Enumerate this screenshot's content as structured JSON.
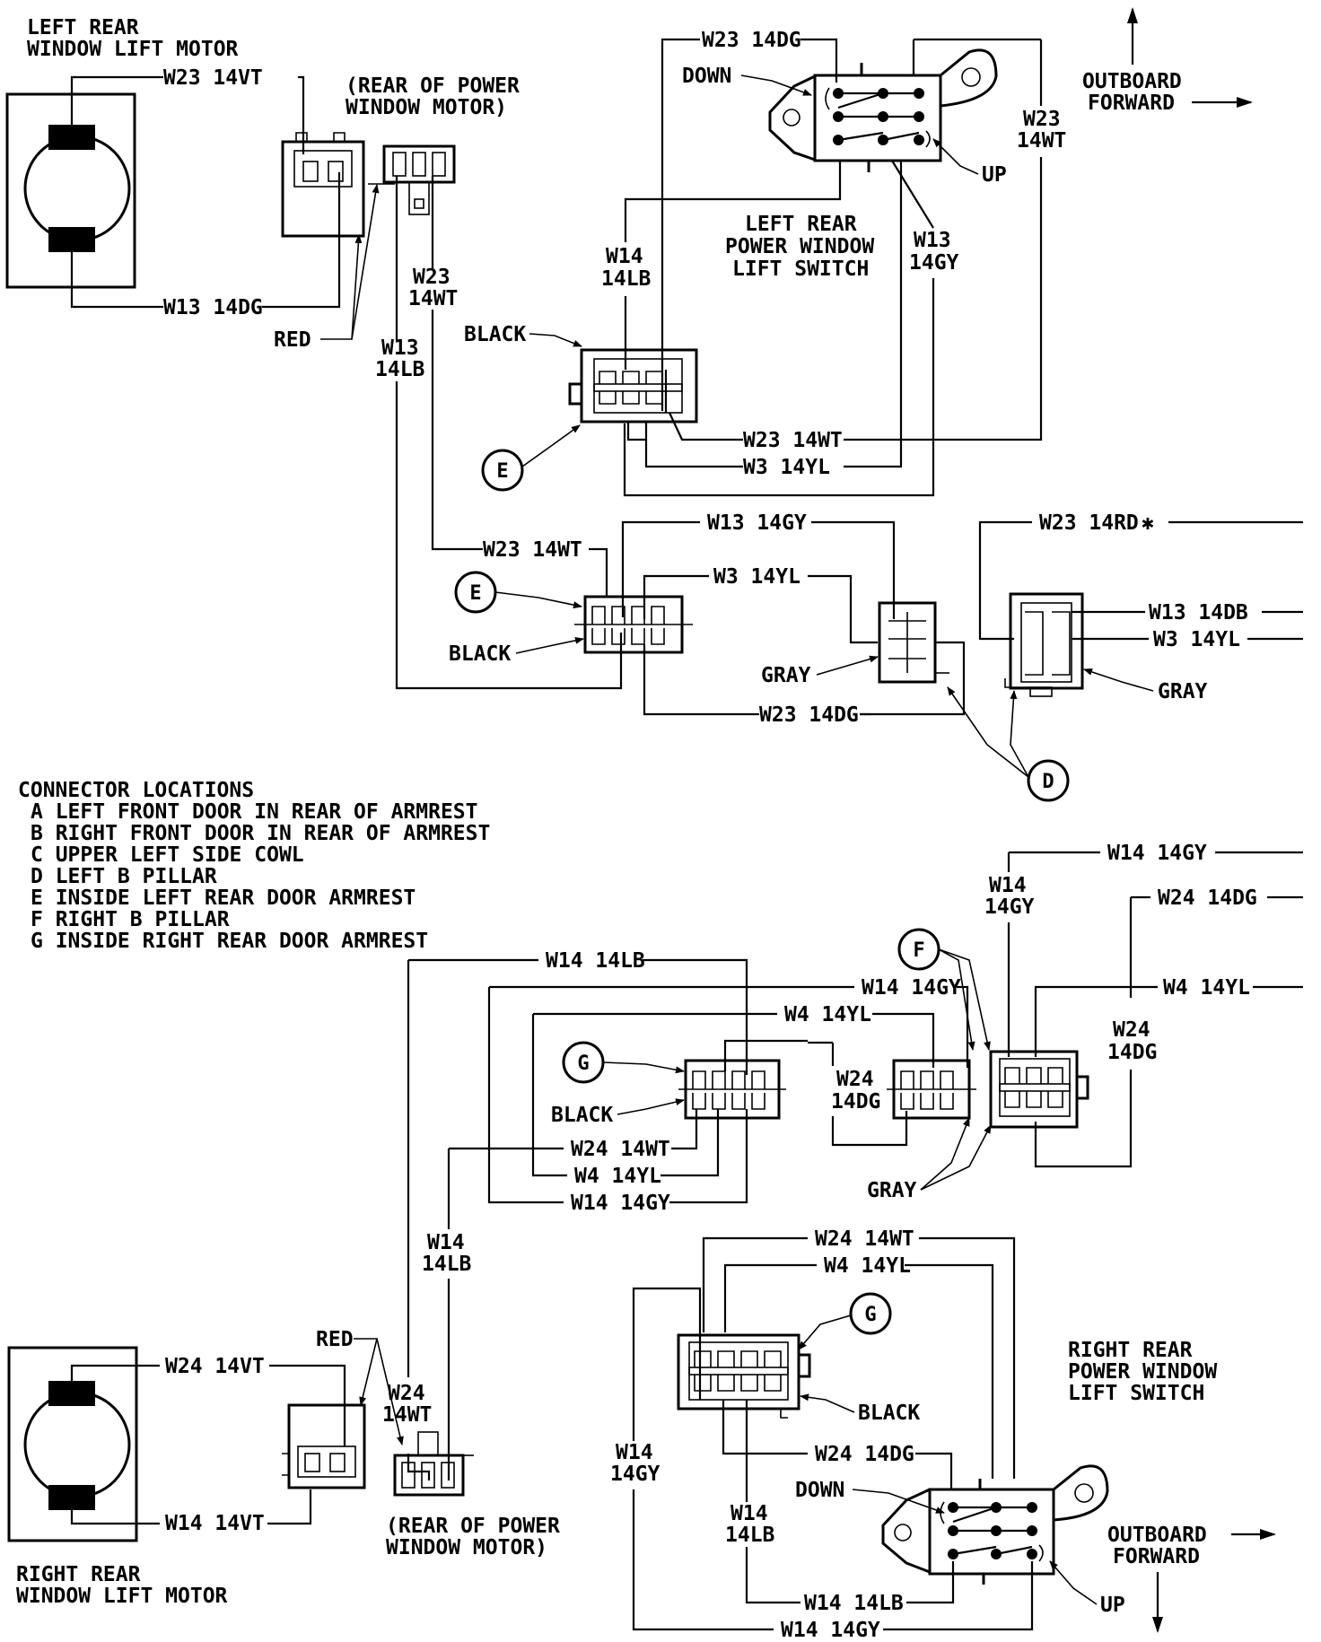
{
  "lr_motor": {
    "title1": "LEFT REAR",
    "title2": "WINDOW LIFT MOTOR",
    "wire_top": "W23 14VT",
    "wire_bottom": "W13 14DG",
    "red": "RED",
    "rear_note1": "(REAR OF POWER",
    "rear_note2": "WINDOW MOTOR)",
    "w23_a": "W23",
    "w23_b": "14WT",
    "w13_a": "W13",
    "w13_b": "14LB"
  },
  "lr_switch": {
    "top_wire": "W23 14DG",
    "down": "DOWN",
    "up": "UP",
    "title1": "LEFT REAR",
    "title2": "POWER WINDOW",
    "title3": "LIFT SWITCH",
    "right_w23_a": "W23",
    "right_w23_b": "14WT",
    "w13_a": "W13",
    "w13_b": "14GY",
    "w14_a": "W14",
    "w14_b": "14LB",
    "black": "BLACK",
    "e": "E",
    "w23_14wt": "W23 14WT",
    "w3_14yl": "W3 14YL"
  },
  "left_mid": {
    "w13_14gy": "W13 14GY",
    "w23_14wt": "W23 14WT",
    "e": "E",
    "w3_14yl": "W3 14YL",
    "black": "BLACK",
    "gray": "GRAY",
    "w23_14dg": "W23 14DG",
    "w23_14rd": "W23 14RD",
    "asterisk": "✱",
    "w13_14db": "W13 14DB",
    "w3_14yl_r": "W3 14YL",
    "gray_r": "GRAY",
    "d": "D"
  },
  "connector_locations": {
    "title": "CONNECTOR LOCATIONS",
    "items": [
      "A LEFT FRONT DOOR IN REAR OF ARMREST",
      "B RIGHT FRONT DOOR IN REAR OF ARMREST",
      "C UPPER LEFT SIDE COWL",
      "D LEFT B PILLAR",
      "E INSIDE LEFT REAR DOOR ARMREST",
      "F RIGHT B PILLAR",
      "G INSIDE RIGHT REAR DOOR ARMREST"
    ]
  },
  "outboard": {
    "top1": "OUTBOARD",
    "top2": "FORWARD",
    "bottom1": "OUTBOARD",
    "bottom2": "FORWARD"
  },
  "right_mid": {
    "w14_14gy_top": "W14 14GY",
    "w14_a": "W14",
    "w14_b": "14GY",
    "w24_14dg": "W24 14DG",
    "f": "F",
    "w4_14yl_r": "W4 14YL",
    "w24_a": "W24",
    "w24_b": "14DG",
    "w14_14lb": "W14 14LB",
    "w14_14gy": "W14 14GY",
    "w4_14yl": "W4 14YL",
    "g": "G",
    "black": "BLACK",
    "w24m_a": "W24",
    "w24m_b": "14DG",
    "w24_14wt": "W24 14WT",
    "w4_14yl_b": "W4 14YL",
    "w14_14gy_b": "W14 14GY",
    "gray": "GRAY"
  },
  "rr_motor": {
    "w14_a": "W14",
    "w14_b": "14LB",
    "w24_a": "W24",
    "w24_b": "14WT",
    "red": "RED",
    "wire_top": "W24 14VT",
    "wire_bottom": "W14 14VT",
    "rear_note1": "(REAR OF POWER",
    "rear_note2": "WINDOW MOTOR)",
    "title1": "RIGHT REAR",
    "title2": "WINDOW LIFT MOTOR"
  },
  "rr_switch": {
    "w24_14wt": "W24 14WT",
    "w4_14yl": "W4 14YL",
    "g": "G",
    "title1": "RIGHT REAR",
    "title2": "POWER WINDOW",
    "title3": "LIFT SWITCH",
    "black": "BLACK",
    "w14_a": "W14",
    "w14_b": "14GY",
    "w24_14dg": "W24 14DG",
    "down": "DOWN",
    "w14c_a": "W14",
    "w14c_b": "14LB",
    "w14_14lb": "W14 14LB",
    "w14_14gy": "W14 14GY",
    "up": "UP"
  }
}
